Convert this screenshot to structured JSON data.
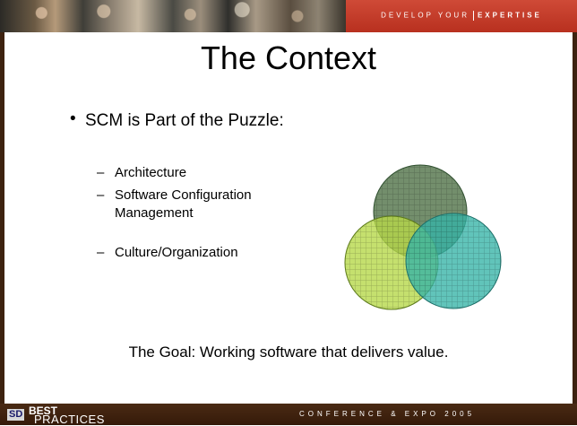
{
  "header": {
    "tagline_part1": "DEVELOP YOUR",
    "tagline_part2": "EXPERTISE"
  },
  "slide": {
    "title": "The Context",
    "bullet": "SCM is Part of the Puzzle:",
    "sub_items": [
      "Architecture",
      "Software Configuration Management",
      "Culture/Organization"
    ],
    "goal": "The Goal: Working software that delivers value."
  },
  "diagram": {
    "circles": [
      {
        "name": "top",
        "color": "#5a7a52"
      },
      {
        "name": "left",
        "color": "#b7d84a"
      },
      {
        "name": "right",
        "color": "#35b3a6"
      }
    ]
  },
  "footer": {
    "logo_sd": "SD",
    "logo_best": "BEST",
    "logo_practices": "PRACTICES",
    "event": "CONFERENCE & EXPO 2005"
  }
}
